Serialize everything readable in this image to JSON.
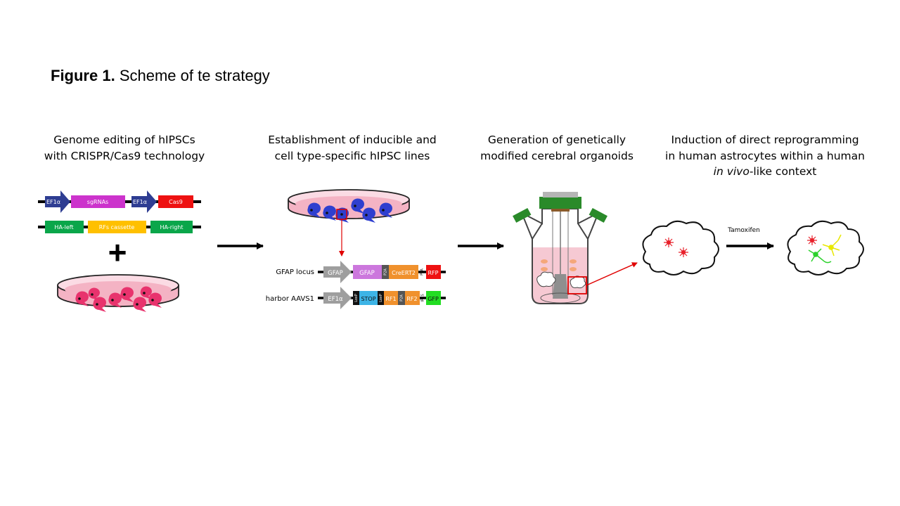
{
  "figure": {
    "label": "Figure 1.",
    "caption": "Scheme of te strategy"
  },
  "steps": [
    {
      "line1": "Genome editing of hIPSCs",
      "line2": "with CRISPR/Cas9 technology"
    },
    {
      "line1": "Establishment of inducible and",
      "line2": "cell type-specific hIPSC lines"
    },
    {
      "line1": "Generation of genetically",
      "line2": "modified cerebral organoids"
    },
    {
      "line1": "Induction of direct reprogramming",
      "line2": "in human astrocytes within a human",
      "line3_italic": "in vivo",
      "line3_rest": "-like context"
    }
  ],
  "constructs": {
    "crispr": {
      "ef1a_1": "EF1α",
      "sgrnas": "sgRNAs",
      "ef1a_2": "EF1α",
      "cas9": "Cas9"
    },
    "donor": {
      "ha_left": "HA-left",
      "cassette": "RFs cassette",
      "ha_right": "HA-right"
    },
    "plus": "+",
    "gfap": {
      "locus": "GFAP locus",
      "promoter": "GFAP",
      "gene": "GFAP",
      "p2a": "P2A",
      "creert2": "CreERT2",
      "p2a_2": "P2A",
      "rfp": "RFP"
    },
    "aavs1": {
      "locus": "harbor AAVS1",
      "promoter": "EF1α",
      "loxp1": "LoxP",
      "stop": "STOP",
      "loxp2": "LoxP",
      "rf1": "RF1",
      "p2a": "P2A",
      "rf2": "RF2",
      "ires": "IRES",
      "gfp": "GFP"
    }
  },
  "treatment": "Tamoxifen",
  "colors": {
    "promoter_blue": "#2e3d92",
    "sgrna_magenta": "#cc33cc",
    "cas9_red": "#ee1111",
    "ha_green": "#0aa64a",
    "cassette_orange": "#ffc000",
    "gfap_lilac": "#cc77dd",
    "creert2_orange": "#f0912d",
    "stop_blue": "#3db4e6",
    "gfp_green": "#22dd22",
    "cell_pink": "#e8336d",
    "cell_blue": "#2f3fcf",
    "dish_medium": "#f4b3c4",
    "flask_green": "#2a8a2a",
    "arrow_red": "#e00000"
  }
}
